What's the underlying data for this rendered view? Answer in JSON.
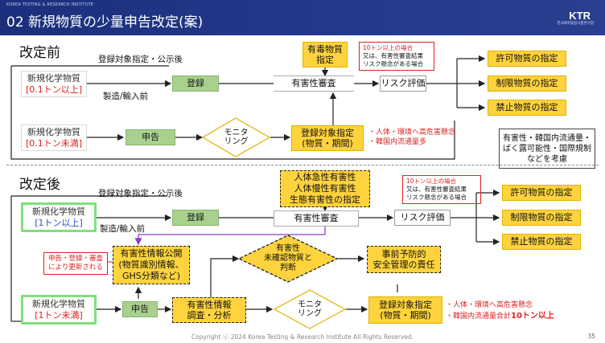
{
  "header": {
    "institute": "KOREA TESTING & RESEARCH INSTITUTE",
    "title": "02 新規物質の少量申告改定(案)",
    "logo": "KTR",
    "logo_sub": "한국화학융합시험연구원"
  },
  "before": {
    "section": "改定前",
    "label_designation": "登録対象指定・公示後",
    "label_manufacture": "製造/輸入前",
    "chem_large": {
      "line1": "新規化学物質",
      "line2": "[0.1トン以上]"
    },
    "chem_small": {
      "line1": "新規化学物質",
      "line2": "[0.1トン未満]"
    },
    "register": "登録",
    "hazard_review": "有害性審査",
    "risk_eval": "リスク評価",
    "toxic_designation": {
      "line1": "有毒物質",
      "line2": "指定"
    },
    "note_10t": {
      "line1": "10トン以上の場合",
      "line2": "又は、有害性審査結果",
      "line3": "リスク懸念がある場合"
    },
    "permit": "許可物質の指定",
    "restrict": "制限物質の指定",
    "prohibit": "禁止物質の指定",
    "report": "申告",
    "monitoring": {
      "line1": "モニタ",
      "line2": "リング"
    },
    "reg_target": {
      "line1": "登録対象指定",
      "line2": "(物質・期間)"
    },
    "concern": {
      "line1": "・人体・環境へ高危害懸念",
      "line2": "・韓国内流通量多"
    },
    "consideration": {
      "line1": "有害性・韓国内流通量・",
      "line2": "ばく露可能性・国際規制",
      "line3": "などを考慮"
    }
  },
  "after": {
    "section": "改定後",
    "label_designation": "登録対象指定・公示後",
    "label_manufacture": "製造/輸入前",
    "chem_large": {
      "line1": "新規化学物質",
      "line2": "[1トン以上]"
    },
    "chem_small": {
      "line1": "新規化学物質",
      "line2": "[1トン未満]"
    },
    "register": "登録",
    "hazard_review": "有害性審査",
    "risk_eval": "リスク評価",
    "hazard_designation": {
      "line1": "人体急性有害性",
      "line2": "人体慢性有害性",
      "line3": "生態有害性の指定"
    },
    "note_10t": {
      "line1": "10トン以上の場合",
      "line2": "又は、有害性審査結果",
      "line3": "リスク懸念がある場合"
    },
    "permit": "許可物質の指定",
    "restrict": "制限物質の指定",
    "prohibit": "禁止物質の指定",
    "disclosure": {
      "line1": "有害性情報公開",
      "line2": "(物質識別情報、",
      "line3": "GHS分類など)"
    },
    "update_note": {
      "line1": "申告・登録・審査",
      "line2": "により更新される"
    },
    "unconfirmed": {
      "line1": "有害性",
      "line2": "未確認物質と",
      "line3": "判断"
    },
    "preventive": {
      "line1": "事前予防的",
      "line2": "安全管理の責任"
    },
    "report": "申告",
    "survey": {
      "line1": "有害性情報",
      "line2": "調査・分析"
    },
    "monitoring": {
      "line1": "モニタ",
      "line2": "リング"
    },
    "reg_target": {
      "line1": "登録対象指定",
      "line2": "(物質・期間)"
    },
    "concern": {
      "line1": "・人体・環境へ高危害懸念",
      "line2": "・韓国内流通量合計",
      "line2_bold": "10トン以上"
    }
  },
  "footer": {
    "copyright": "Copyright ⓒ 2024 Korea Testing & Research Institute All Rights Reserved.",
    "page": "35"
  }
}
